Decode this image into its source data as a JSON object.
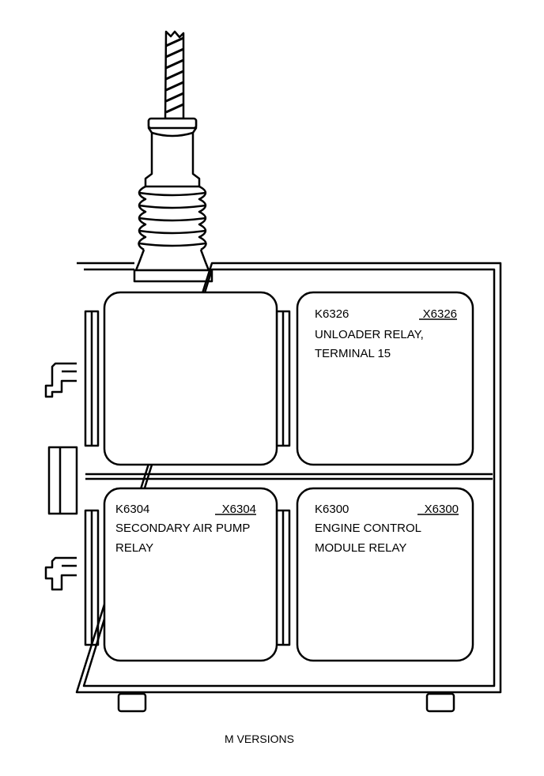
{
  "relays": {
    "top_left": {
      "code": "",
      "connector": "",
      "line1": "",
      "line2": ""
    },
    "top_right": {
      "code": "K6326",
      "connector": "X6326",
      "line1": "UNLOADER RELAY,",
      "line2": "TERMINAL 15"
    },
    "bottom_left": {
      "code": "K6304",
      "connector": "X6304",
      "line1": "SECONDARY AIR PUMP",
      "line2": "RELAY"
    },
    "bottom_right": {
      "code": "K6300",
      "connector": "X6300",
      "line1": "ENGINE CONTROL",
      "line2": "MODULE RELAY"
    }
  },
  "caption": "M VERSIONS",
  "colors": {
    "line": "#000000",
    "background": "#ffffff"
  }
}
